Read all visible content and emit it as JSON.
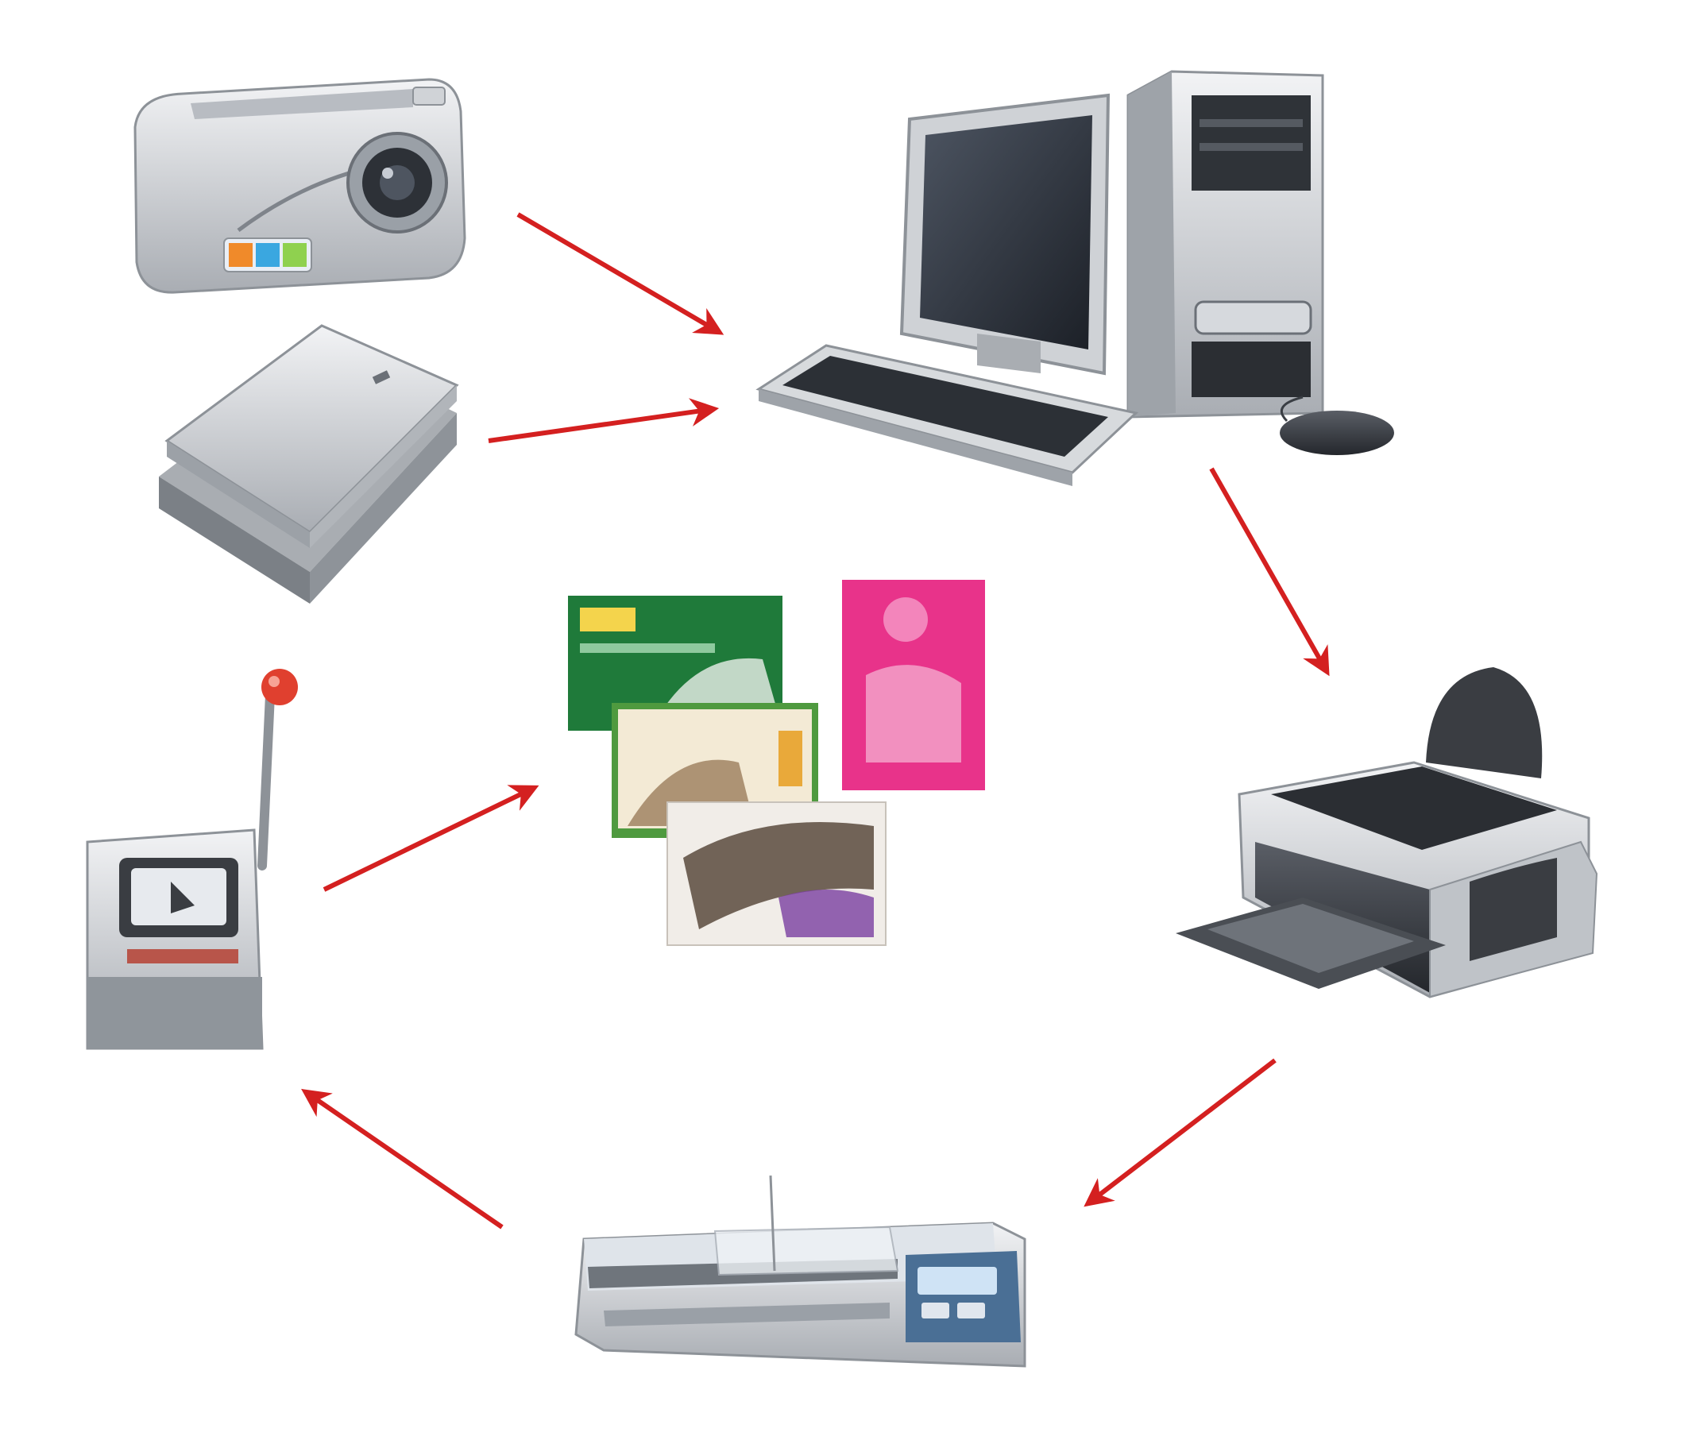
{
  "diagram": {
    "nodes": [
      {
        "id": "camera",
        "icon": "digital-camera-icon"
      },
      {
        "id": "scanner",
        "icon": "flatbed-scanner-icon"
      },
      {
        "id": "computer",
        "icon": "desktop-computer-icon"
      },
      {
        "id": "printer",
        "icon": "inkjet-printer-icon"
      },
      {
        "id": "laminator",
        "icon": "laminator-icon"
      },
      {
        "id": "card-cutter",
        "icon": "card-cutter-icon"
      },
      {
        "id": "cards",
        "icon": "printed-cards-icon"
      }
    ],
    "edges": [
      {
        "from": "camera",
        "to": "computer"
      },
      {
        "from": "scanner",
        "to": "computer"
      },
      {
        "from": "computer",
        "to": "printer"
      },
      {
        "from": "printer",
        "to": "laminator"
      },
      {
        "from": "laminator",
        "to": "card-cutter"
      },
      {
        "from": "card-cutter",
        "to": "cards"
      }
    ]
  },
  "colors": {
    "arrow": "#d42020",
    "background": "#ffffff",
    "device_silver": "#c9ccd0",
    "device_dark": "#2b2e33",
    "card_green": "#1f7a3a",
    "card_pink": "#e8338a"
  }
}
